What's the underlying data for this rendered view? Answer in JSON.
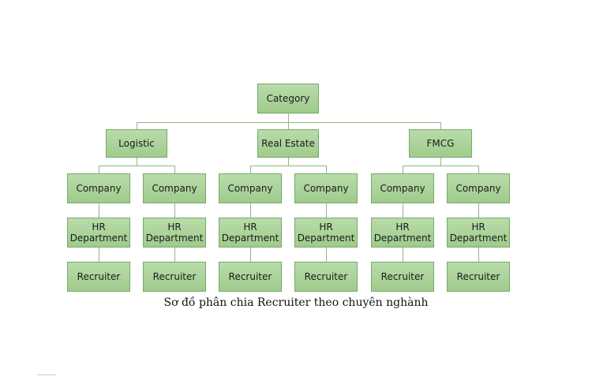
{
  "root": "Category",
  "categories": [
    {
      "label": "Logistic",
      "children": [
        {
          "company": "Company",
          "hr": "HR\nDepartment",
          "recruiter": "Recruiter"
        },
        {
          "company": "Company",
          "hr": "HR\nDepartment",
          "recruiter": "Recruiter"
        }
      ]
    },
    {
      "label": "Real Estate",
      "children": [
        {
          "company": "Company",
          "hr": "HR\nDepartment",
          "recruiter": "Recruiter"
        },
        {
          "company": "Company",
          "hr": "HR\nDepartment",
          "recruiter": "Recruiter"
        }
      ]
    },
    {
      "label": "FMCG",
      "children": [
        {
          "company": "Company",
          "hr": "HR\nDepartment",
          "recruiter": "Recruiter"
        },
        {
          "company": "Company",
          "hr": "HR\nDepartment",
          "recruiter": "Recruiter"
        }
      ]
    }
  ],
  "caption": "Sơ đồ phân chia Recruiter theo chuyên nghành"
}
